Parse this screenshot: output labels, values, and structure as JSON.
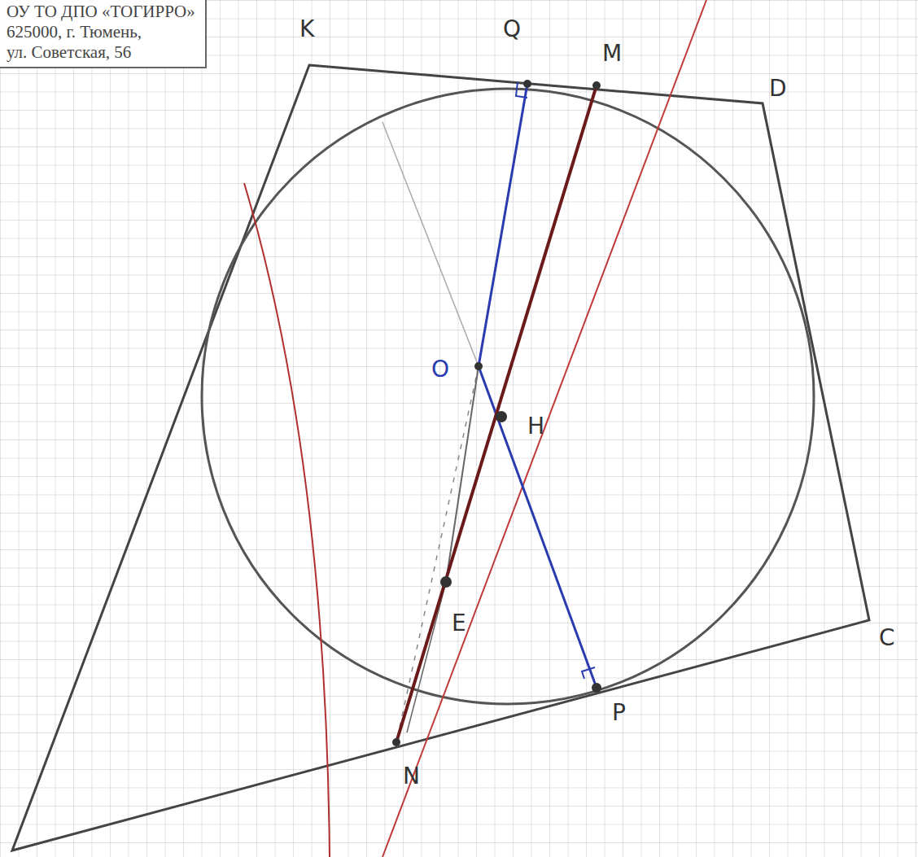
{
  "diagram": {
    "nodes": [
      {
        "text": [
          "ОУ ТО ДПО «ТОГИРРО»",
          "625000, г. Тюмень,",
          "ул. Советская, 56"
        ]
      }
    ],
    "labels": [
      "K",
      "Q",
      "M",
      "D",
      "O",
      "H",
      "E",
      "N",
      "P",
      "C"
    ]
  }
}
